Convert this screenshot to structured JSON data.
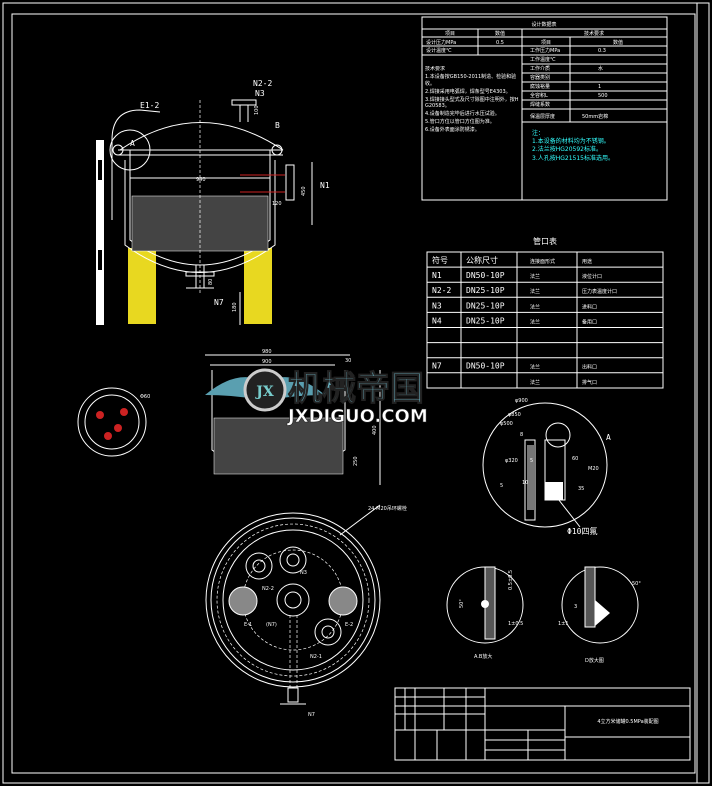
{
  "drawing": {
    "title_block_text": "4立方米储罐0.5MPa装配图",
    "colors": {
      "background": "#000000",
      "lines": "#ffffff",
      "notes": "#33ffff",
      "insulation": "#e8d820",
      "heating": "#cc2222"
    }
  },
  "tech_table": {
    "title": "设计数据表",
    "col_headers": [
      "项目",
      "数值",
      "技术要求"
    ],
    "left_rows": [
      [
        "设计压力MPa",
        "0.5"
      ],
      [
        "设计温度℃",
        ""
      ]
    ],
    "left_notes": [
      "技术要求",
      "1.本设备按GB150-2011制造、检验和验收。",
      "2.焊接采用电弧焊，焊条型号E4303。",
      "3.焊接接头型式及尺寸除图中注明外，按HG20583。",
      "4.设备制造完毕后进行水压试验。",
      "5.管口方位以管口方位图为准。",
      "6.设备外表面涂防锈漆。"
    ],
    "right_headers": [
      "项目",
      "数值"
    ],
    "right_rows": [
      [
        "工作压力MPa",
        "0.3"
      ],
      [
        "工作温度℃",
        ""
      ],
      [
        "工作介质",
        "水"
      ],
      [
        "容器类别",
        ""
      ],
      [
        "腐蚀裕量",
        "1"
      ],
      [
        "全容积L",
        "500"
      ],
      [
        "焊缝系数",
        ""
      ],
      [
        "保温层厚度",
        "50mm岩棉"
      ]
    ],
    "cyan_notes": [
      "注：",
      "1.本设备的材料均为不锈钢。",
      "2.法兰按HG20592标准。",
      "3.人孔按HG21515标准选用。"
    ]
  },
  "nozzle_table": {
    "title": "管口表",
    "headers": [
      "符号",
      "公称尺寸",
      "连接面形式",
      "用途"
    ],
    "rows": [
      [
        "N1",
        "DN50-10P",
        "法兰",
        "液位计口"
      ],
      [
        "N2-2",
        "DN25-10P",
        "法兰",
        "压力表温度计口"
      ],
      [
        "N3",
        "DN25-10P",
        "法兰",
        "进料口"
      ],
      [
        "N4",
        "DN25-10P",
        "法兰",
        "备用口"
      ],
      [
        "",
        "",
        "",
        ""
      ],
      [
        "",
        "",
        "",
        ""
      ],
      [
        "N7",
        "DN50-10P",
        "法兰",
        "出料口"
      ],
      [
        "",
        "",
        "法兰",
        "排气口"
      ]
    ]
  },
  "labels": {
    "e12": "E1-2",
    "n22": "N2-2",
    "n3": "N3",
    "b": "B",
    "a": "A",
    "n1": "N1",
    "n7": "N7",
    "d940": "940",
    "d120": "120",
    "d450": "450",
    "d100": "100",
    "d80": "80",
    "d180": "180",
    "d980": "980",
    "d900": "900",
    "d30": "30",
    "d400": "400",
    "d250": "250",
    "phi900": "φ900",
    "phi850": "φ850",
    "phi500": "φ500",
    "phi320": "φ320",
    "d8": "8",
    "d5": "5",
    "d10": "10",
    "d5b": "5",
    "m20": "M20",
    "d35": "35",
    "d60": "60",
    "detail_a": "A",
    "phi10": "Φ10四氟",
    "bolt_note": "24-M20吊环螺栓",
    "plan_n3": "N3",
    "plan_n22": "N2-2",
    "plan_e1": "E-1",
    "plan_n7c": "(N7)",
    "plan_e2": "E-2",
    "plan_n21": "N2-1",
    "plan_n7": "N7",
    "ab_angle": "50°",
    "ab_dim1": "0.5±0.5",
    "ab_dim2": "1±0.5",
    "ab_caption": "A.B放大",
    "d_angle": "50°",
    "d_dim1": "3",
    "d_dim2": "1±1",
    "d_caption": "D放大图",
    "pipe_dim": "Φ60"
  },
  "watermark": {
    "brand_cn": "机械帝国",
    "brand_url": "JXDIGUO.COM",
    "emblem": "JX"
  }
}
